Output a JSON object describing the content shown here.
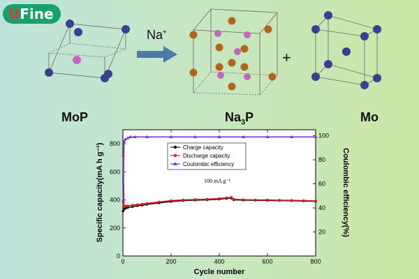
{
  "logo": {
    "text_first": "U",
    "text_rest": "Fine"
  },
  "reaction": {
    "reactant": "MoP",
    "reagent": "Na",
    "reagent_charge": "+",
    "product1_base": "Na",
    "product1_sub": "3",
    "product1_tail": "P",
    "plus": "+",
    "product2": "Mo"
  },
  "colors": {
    "mo_atom": "#3a3f8f",
    "p_atom": "#c266c2",
    "na_atom": "#b5641f",
    "arrow": "#4f79a8",
    "charge": "#111111",
    "discharge": "#d42020",
    "coulombic": "#7a2ee0"
  },
  "chart_data": {
    "type": "line",
    "xlabel": "Cycle number",
    "ylabel": "Specific capacity(mA h g⁻¹)",
    "ylabel2": "Coulombic efficiency(%)",
    "xlim": [
      0,
      800
    ],
    "ylim": [
      0,
      900
    ],
    "ylim2": [
      0,
      105
    ],
    "xticks": [
      "0",
      "200",
      "400",
      "600",
      "800"
    ],
    "yticks": [
      "0",
      "200",
      "400",
      "600",
      "800"
    ],
    "yticks2": [
      "20",
      "40",
      "60",
      "80",
      "100"
    ],
    "annotation": "100 mA g⁻¹",
    "legend_position": "top-left",
    "series": [
      {
        "name": "Charge capacity",
        "axis": "left",
        "x": [
          1,
          5,
          10,
          20,
          40,
          60,
          80,
          100,
          150,
          200,
          250,
          300,
          350,
          400,
          430,
          450,
          460,
          500,
          550,
          600,
          650,
          700,
          750,
          800
        ],
        "y": [
          320,
          335,
          340,
          345,
          352,
          358,
          362,
          368,
          378,
          388,
          395,
          398,
          400,
          405,
          410,
          412,
          400,
          398,
          397,
          396,
          395,
          394,
          392,
          390
        ]
      },
      {
        "name": "Discharge capacity",
        "axis": "left",
        "x": [
          1,
          5,
          10,
          20,
          40,
          60,
          80,
          100,
          150,
          200,
          250,
          300,
          350,
          400,
          430,
          450,
          460,
          500,
          550,
          600,
          650,
          700,
          750,
          800
        ],
        "y": [
          715,
          350,
          355,
          358,
          362,
          366,
          370,
          375,
          385,
          395,
          400,
          403,
          405,
          410,
          415,
          418,
          405,
          402,
          400,
          400,
          398,
          397,
          395,
          393
        ]
      },
      {
        "name": "Coulombic efficiency",
        "axis": "right",
        "x": [
          1,
          5,
          10,
          20,
          30,
          50,
          100,
          200,
          300,
          400,
          500,
          600,
          700,
          800
        ],
        "y": [
          46,
          95,
          97,
          98,
          99,
          99,
          99,
          99,
          99,
          99,
          99,
          99,
          99,
          99
        ]
      }
    ]
  }
}
